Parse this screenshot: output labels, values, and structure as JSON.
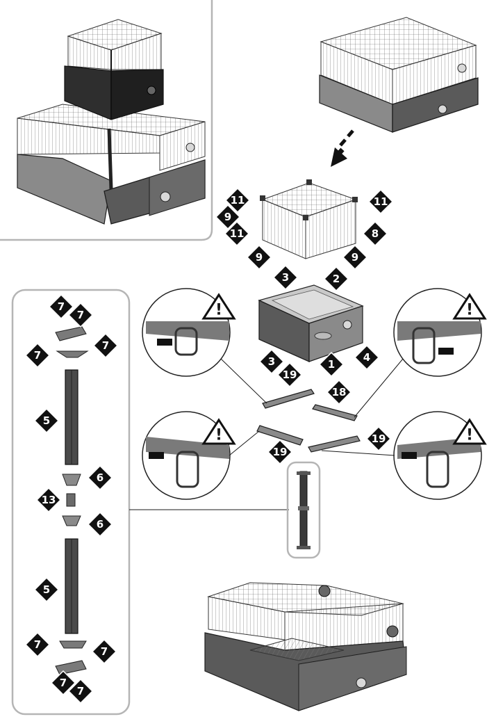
{
  "badges": {
    "lid_top_left": "11",
    "lid_top_right": "11",
    "lid_left": "9",
    "lid_center": "11",
    "lid_front_right": "8",
    "lid_front_left": "9",
    "lid_front_center": "9",
    "base_back_left": "3",
    "base_back_right": "2",
    "base_right": "4",
    "base_front_left": "3",
    "base_front_center": "1",
    "clip_top_left": "19",
    "clip_top_right": "18",
    "clip_bottom_left": "19",
    "clip_bottom_right": "19",
    "pole_foot_1": "7",
    "pole_foot_2": "7",
    "pole_foot_3": "7",
    "pole_foot_4": "7",
    "pole_upper": "5",
    "pole_connector_top": "6",
    "pole_joint": "13",
    "pole_connector_bottom": "6",
    "pole_lower": "5",
    "pole_foot_5": "7",
    "pole_foot_6": "7",
    "pole_foot_7": "7",
    "pole_foot_8": "7"
  },
  "warning_symbol": "!",
  "colors": {
    "badge": "#111111",
    "frame": "#5a5a5a",
    "mesh": "#444444",
    "panel_border": "#b5b5b5",
    "dark_module": "#2e2e2e"
  },
  "icons": [
    "arrow-down-left-icon",
    "warning-triangle-icon",
    "pole-icon"
  ]
}
